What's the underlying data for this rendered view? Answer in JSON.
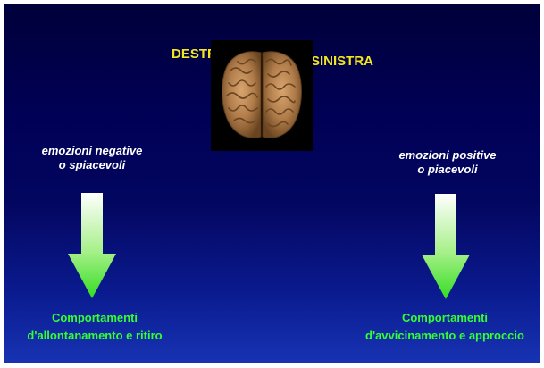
{
  "labels": {
    "right_hemisphere": "DESTRA",
    "left_hemisphere": "SINISTRA"
  },
  "left_side": {
    "emotion_line1": "emozioni negative",
    "emotion_line2": "o spiacevoli",
    "behavior_line1": "Comportamenti",
    "behavior_line2": "d'allontanamento e ritiro"
  },
  "right_side": {
    "emotion_line1": "emozioni positive",
    "emotion_line2": "o piacevoli",
    "behavior_line1": "Comportamenti",
    "behavior_line2": "d'avvicinamento e approccio"
  },
  "colors": {
    "background_top": "#00003a",
    "background_bottom": "#1733b3",
    "hemisphere_labels": "#f2e61d",
    "behavior_text": "#33ff33",
    "arrow_top": "#ffffff",
    "arrow_bottom": "#33dd22"
  },
  "icons": {
    "brain": "brain-image",
    "arrows": "down-arrow"
  }
}
